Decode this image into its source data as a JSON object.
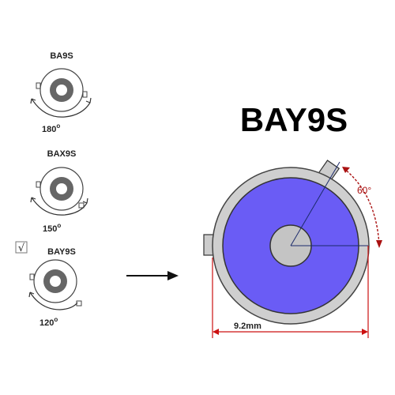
{
  "small_bases": [
    {
      "name": "BA9S",
      "angle": "180",
      "checked": false
    },
    {
      "name": "BAX9S",
      "angle": "150",
      "checked": false
    },
    {
      "name": "BAY9S",
      "angle": "120",
      "checked": true
    }
  ],
  "degree_symbol": "o",
  "checkmark": "√",
  "main": {
    "title": "BAY9S",
    "angle_label": "60°",
    "dimension_label": "9.2mm"
  },
  "colors": {
    "blue_fill": "#6a5cf5",
    "outer_gray": "#cfcfcf",
    "inner_gray": "#c4c4c4",
    "dim_red": "#cc1111",
    "dark": "#444444"
  },
  "icons": [
    "checkbox-icon",
    "arrow-right-icon",
    "rotation-arrow-icon"
  ]
}
